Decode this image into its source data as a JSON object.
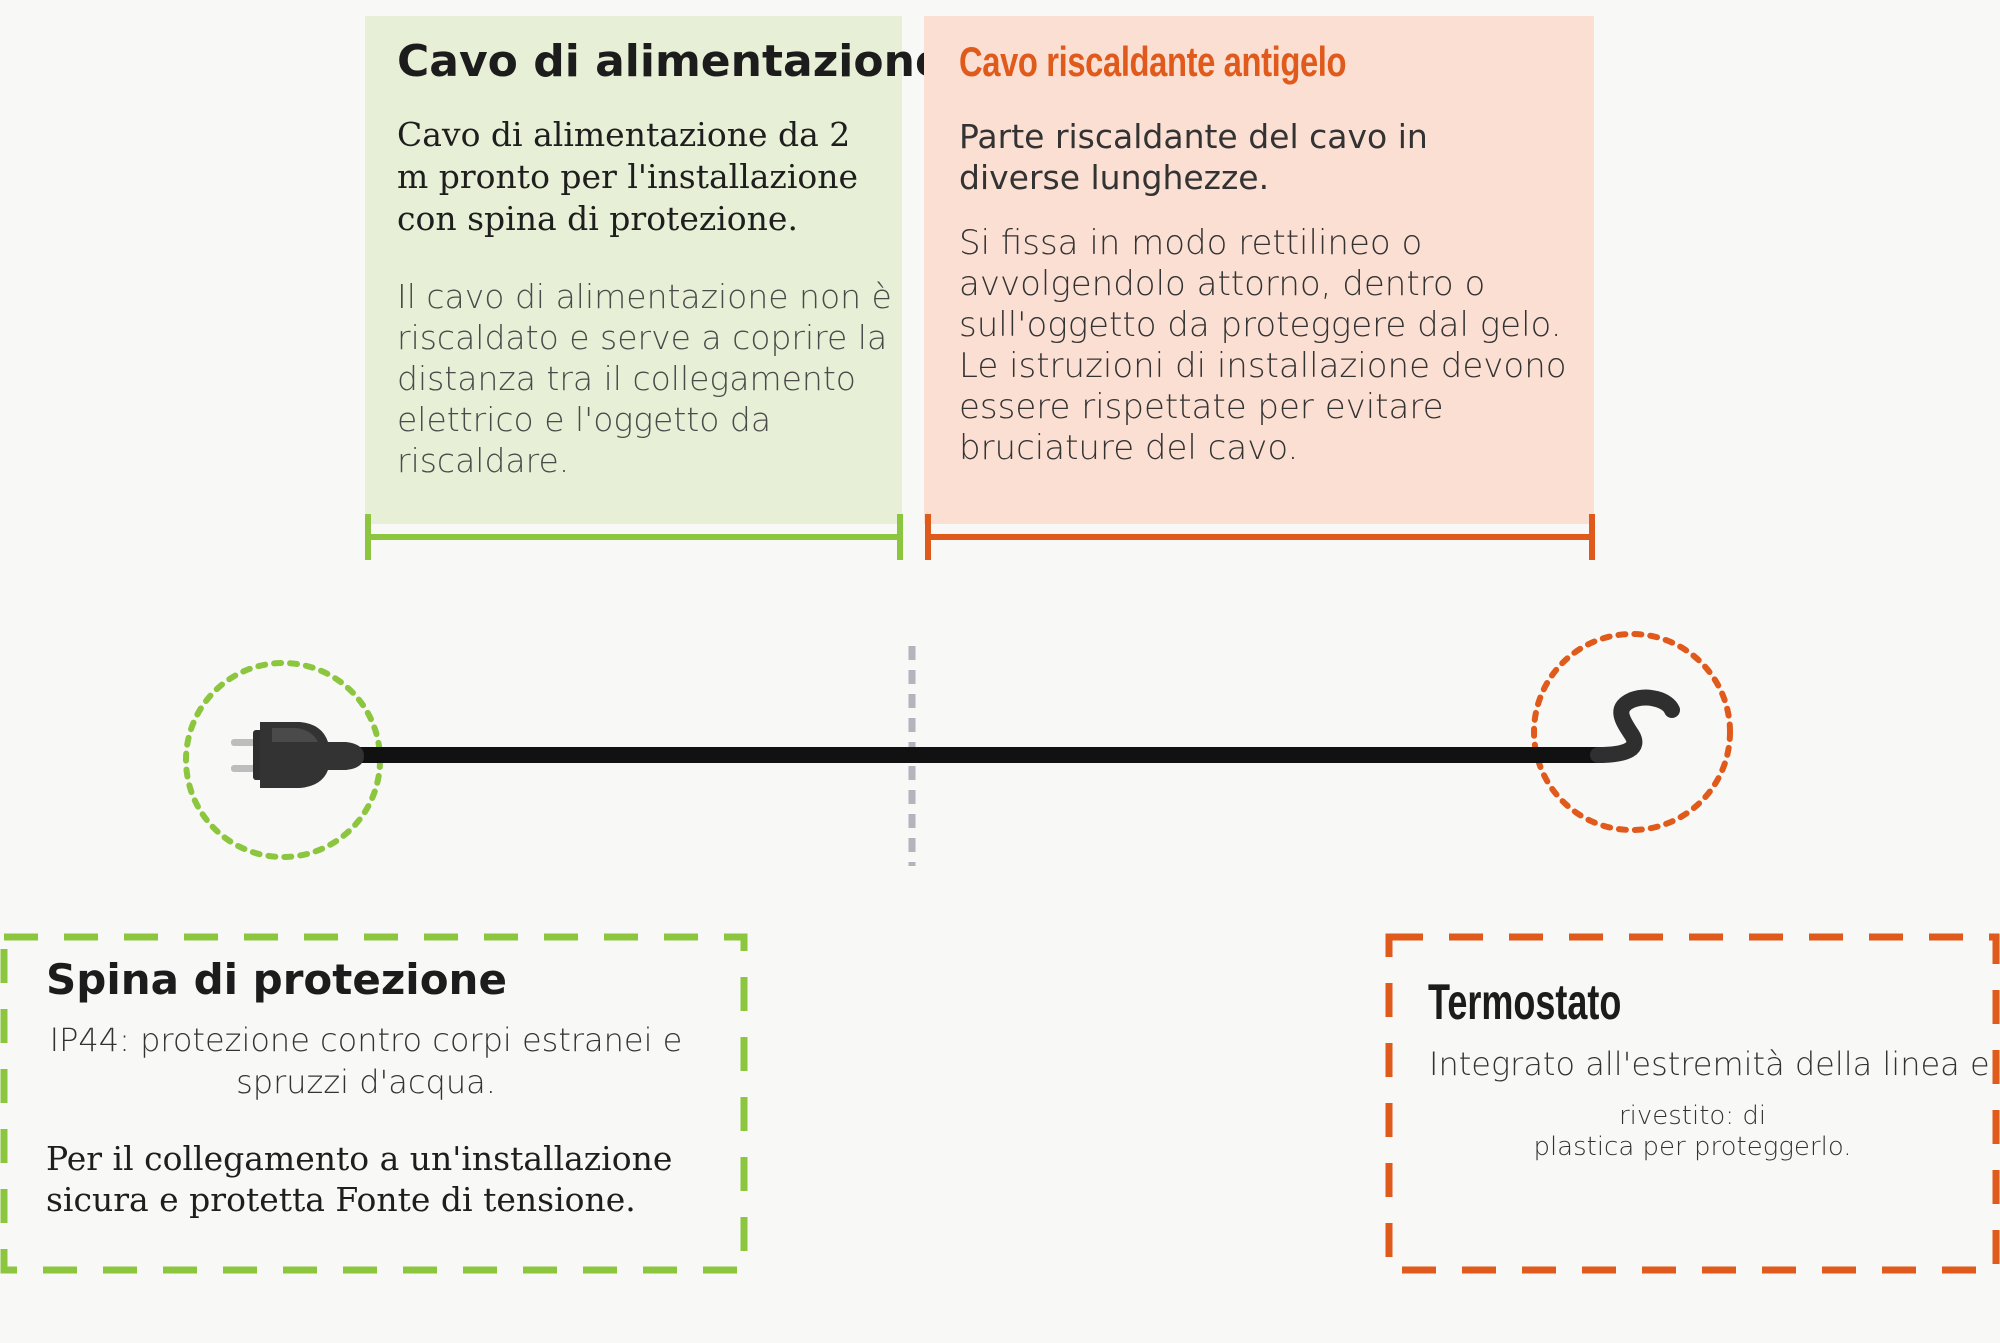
{
  "colors": {
    "green_accent": "#8cc63f",
    "orange_accent": "#e05a1b",
    "green_panel": "#e7f0d6",
    "orange_panel": "#fbdfd3",
    "cable": "#111111",
    "divider": "#b4b4bc"
  },
  "power_cable": {
    "title": "Cavo di alimentazione",
    "lead": "Cavo di alimentazione da 2 m pronto per l'installazione con spina di protezione.",
    "description": "Il cavo di alimentazione non è riscaldato e serve a coprire la distanza tra il collegamento elettrico e l'oggetto da riscaldare."
  },
  "heating_cable": {
    "title": "Cavo riscaldante antigelo",
    "lead": "Parte riscaldante del cavo in diverse lunghezze.",
    "description": "Si fissa in modo rettilineo o avvolgendolo attorno, dentro o sull'oggetto da proteggere dal gelo. Le istruzioni di installazione devono essere rispettate per evitare bruciature del cavo."
  },
  "plug": {
    "title": "Spina di protezione",
    "lead": "IP44: protezione contro corpi estranei e spruzzi d'acqua.",
    "description": "Per il collegamento a un'installazione sicura e protetta Fonte di tensione."
  },
  "thermostat": {
    "title": "Termostato",
    "lead": "Integrato all'estremità della linea e",
    "description_line1": "rivestito: di",
    "description_line2": "plastica per proteggerlo."
  },
  "icons": {
    "plug": "plug-icon",
    "cable_end": "cable-end-icon"
  }
}
